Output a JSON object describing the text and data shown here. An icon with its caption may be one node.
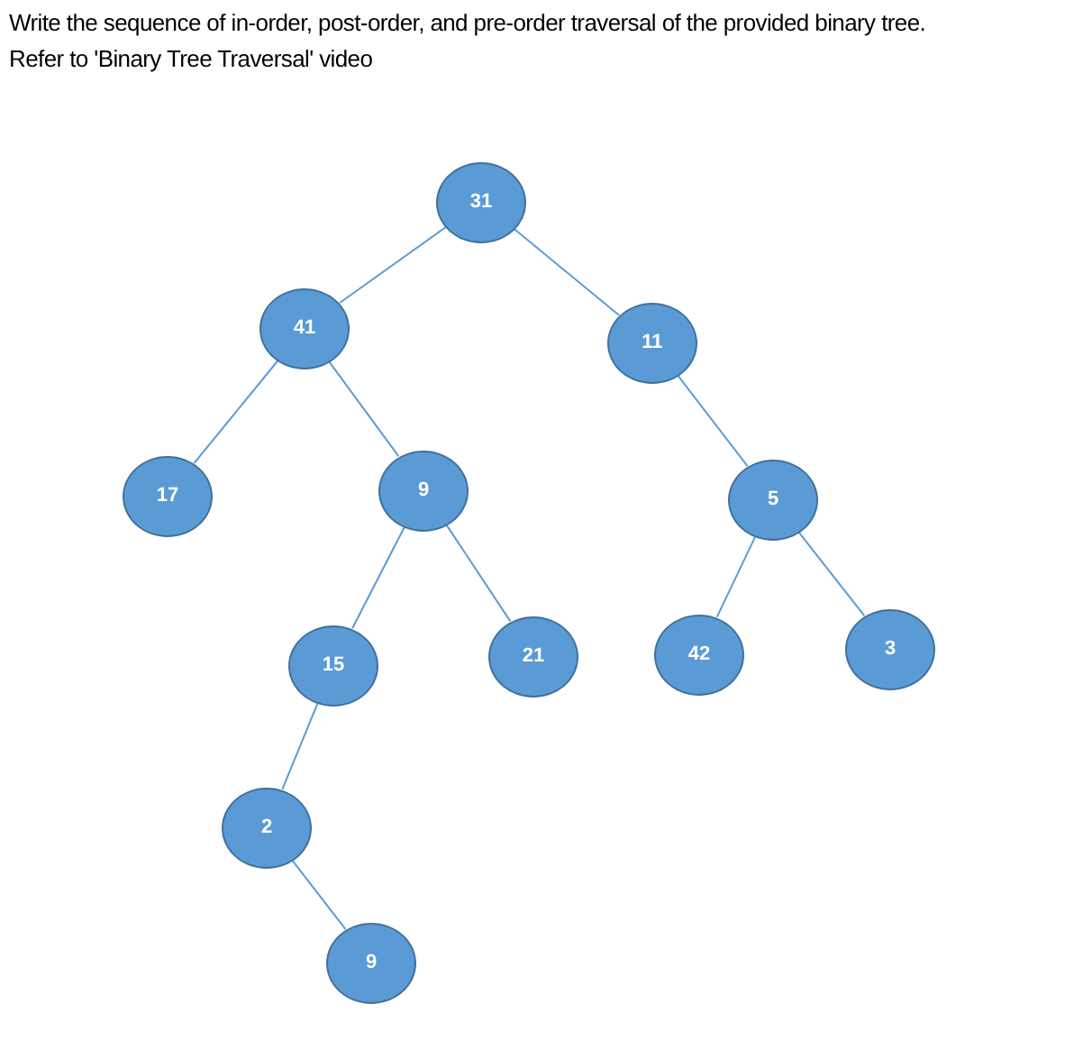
{
  "diagram": {
    "title": "Write the sequence of in-order, post-order, and pre-order traversal of the provided binary tree.",
    "nodes": [
      {
        "text": [
          "31"
        ]
      },
      {
        "text": [
          "41"
        ]
      },
      {
        "text": [
          "11"
        ]
      },
      {
        "text": [
          "17"
        ]
      },
      {
        "text": [
          "9"
        ]
      },
      {
        "text": [
          "5"
        ]
      },
      {
        "text": [
          "15"
        ]
      },
      {
        "text": [
          "21"
        ]
      },
      {
        "text": [
          "42"
        ]
      },
      {
        "text": [
          "3"
        ]
      },
      {
        "text": [
          "2"
        ]
      },
      {
        "text": [
          "9"
        ]
      }
    ],
    "edges": [
      {
        "from": 0,
        "to": 1,
        "arrow": "none"
      },
      {
        "from": 0,
        "to": 2,
        "arrow": "none"
      },
      {
        "from": 1,
        "to": 3,
        "arrow": "none"
      },
      {
        "from": 1,
        "to": 4,
        "arrow": "none"
      },
      {
        "from": 2,
        "to": 5,
        "arrow": "none"
      },
      {
        "from": 4,
        "to": 6,
        "arrow": "none"
      },
      {
        "from": 4,
        "to": 7,
        "arrow": "none"
      },
      {
        "from": 5,
        "to": 8,
        "arrow": "none"
      },
      {
        "from": 5,
        "to": 9,
        "arrow": "none"
      },
      {
        "from": 6,
        "to": 10,
        "arrow": "none"
      },
      {
        "from": 10,
        "to": 11,
        "arrow": "none"
      }
    ],
    "labels": [
      "Refer to 'Binary Tree Traversal' video"
    ]
  }
}
